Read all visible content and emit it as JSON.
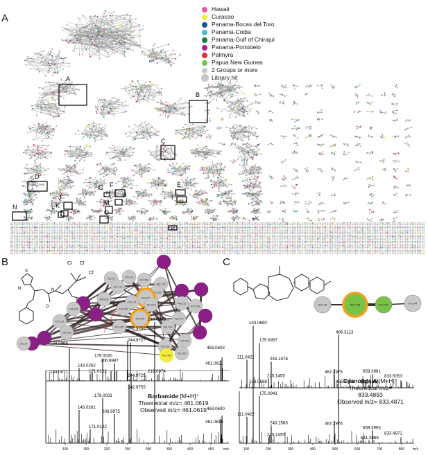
{
  "panel_labels": {
    "a": "A",
    "b": "B",
    "c": "C"
  },
  "legend": [
    {
      "label": "Hawaii",
      "color": "#e8559a"
    },
    {
      "label": "Curacao",
      "color": "#f4ee3a"
    },
    {
      "label": "Panama-Bocas del Toro",
      "color": "#1f4fa0"
    },
    {
      "label": "Panama-Coiba",
      "color": "#46b7d8"
    },
    {
      "label": "Panama-Gulf of Chiriqui",
      "color": "#1b7a3c"
    },
    {
      "label": "Panama-Portobelo",
      "color": "#a3238f"
    },
    {
      "label": "Palmyra",
      "color": "#e0312d"
    },
    {
      "label": "Papua New Guinea",
      "color": "#78c246"
    },
    {
      "label": "2 Groups or more",
      "color": "#c8c8c8"
    },
    {
      "label": "Library hit",
      "color": "#c8c8c8"
    }
  ],
  "boxes": [
    {
      "label": "A"
    },
    {
      "label": "B"
    },
    {
      "label": "C"
    },
    {
      "label": "D"
    },
    {
      "label": "E"
    },
    {
      "label": "F"
    },
    {
      "label": "G"
    },
    {
      "label": "H"
    },
    {
      "label": "I"
    },
    {
      "label": "J"
    },
    {
      "label": "K"
    },
    {
      "label": "L"
    },
    {
      "label": "M"
    },
    {
      "label": "N"
    },
    {
      "label": "O"
    },
    {
      "label": "P"
    }
  ],
  "panel_b": {
    "compound": "Barbamide",
    "adduct": "[M+H]⁺",
    "theoretical": "Theoretical m/z= 461.0619",
    "observed": "Observed m/z= 461.0619",
    "upper_peaks": [
      "219.0967",
      "134.0968",
      "179.0030",
      "143.0262",
      "171.0122",
      "206.9987",
      "242.9756",
      "244.9727",
      "463.0603",
      "461.0621"
    ],
    "lower_peaks": [
      "219.0974",
      "134.0971",
      "244.9725",
      "242.9755",
      "179.0031",
      "206.9975",
      "143.0261",
      "171.0122",
      "463.0600",
      "461.0615"
    ],
    "x_ticks": [
      "100",
      "150",
      "200",
      "250",
      "300",
      "350",
      "400",
      "450"
    ],
    "x_unit": "m/z",
    "nodes": [
      "463.062",
      "429.113",
      "432.09",
      "467.562",
      "461.198",
      "427.173",
      "463.265",
      "444.334",
      "429.028",
      "463.076",
      "461.070",
      "447.052",
      "449.063",
      "479.134",
      "448.232",
      "447.582",
      "449.112",
      "434.146",
      "475.134",
      "463.074",
      "429.094",
      "409.136",
      "427.134",
      "461.089",
      "481.078",
      "449.128",
      "434.065",
      "422.089",
      "462.095",
      "340.24",
      "343.24",
      "479.281",
      "491.062",
      "463.068"
    ]
  },
  "panel_c": {
    "compound": "Cyanolide A",
    "adduct": "[M+H]⁺",
    "theoretical": "Theoretical m/z= 833.4893",
    "observed": "Observed m/z= 833.4871",
    "nodes": [
      "819.48",
      "833.726",
      "873.429",
      "871.44"
    ],
    "upper_peaks": [
      "143.0690",
      "485.3113",
      "111.0421",
      "175.0957",
      "243.1578",
      "467.2975",
      "659.3961",
      "225.1455",
      "641.3849",
      "833.5053"
    ],
    "lower_peaks": [
      "143.0688",
      "485.3084",
      "175.0941",
      "111.0422",
      "243.1583",
      "467.2976",
      "659.3993",
      "225.1450",
      "641.3868",
      "833.4871"
    ],
    "x_ticks": [
      "100",
      "200",
      "300",
      "400",
      "500",
      "600",
      "700",
      "800"
    ],
    "x_unit": "m/z"
  }
}
